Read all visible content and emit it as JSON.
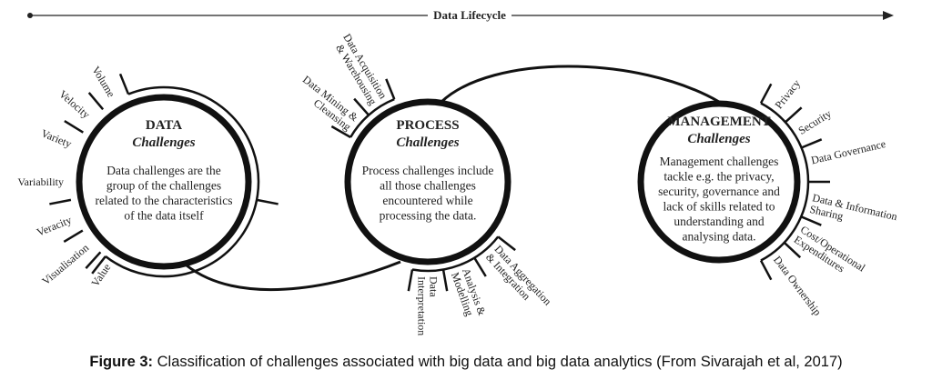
{
  "lifecycle": {
    "label": "Data Lifecycle"
  },
  "circles": [
    {
      "title": "DATA",
      "subtitle": "Challenges",
      "body": [
        "Data challenges are the",
        "group of the challenges",
        "related to the characteristics",
        "of the data itself"
      ]
    },
    {
      "title": "PROCESS",
      "subtitle": "Challenges",
      "body": [
        "Process challenges include",
        "all those challenges",
        "encountered while",
        "processing the data."
      ]
    },
    {
      "title": "MANAGEMENT",
      "subtitle": "Challenges",
      "body": [
        "Management challenges",
        "tackle e.g. the privacy,",
        "security, governance and",
        "lack of skills related to",
        "understanding and",
        "analysing data."
      ]
    }
  ],
  "data_labels": [
    [
      "Volume"
    ],
    [
      "Velocity"
    ],
    [
      "Variety"
    ],
    [
      "Variability"
    ],
    [
      "Veracity"
    ],
    [
      "Visualisation"
    ],
    [
      "Value"
    ]
  ],
  "process_top_labels": [
    [
      "Data Acquisition",
      "& Warehousing"
    ],
    [
      "Data Mining &",
      "Cleansing"
    ]
  ],
  "process_bottom_labels": [
    [
      "Data Aggregation",
      "& Integration"
    ],
    [
      "Analysis &",
      "Modelling"
    ],
    [
      "Data",
      "Interpretation"
    ]
  ],
  "management_labels": [
    [
      "Privacy"
    ],
    [
      "Security"
    ],
    [
      "Data Governance"
    ],
    [
      "Data & Information",
      "Sharing"
    ],
    [
      "Cost/Operational",
      "Expenditures"
    ],
    [
      "Data Ownership"
    ]
  ],
  "caption": {
    "prefix": "Figure 3:",
    "text": " Classification of challenges associated with big data and big data analytics (From Sivarajah et al, 2017)"
  }
}
